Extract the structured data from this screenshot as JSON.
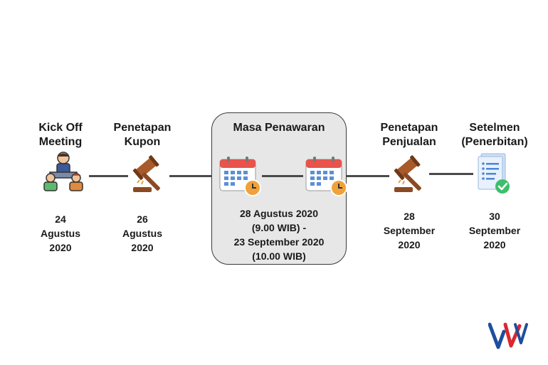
{
  "milestones": [
    {
      "title": "Kick Off\nMeeting",
      "date": "24\nAgustus\n2020",
      "icon": "meeting-icon"
    },
    {
      "title": "Penetapan\nKupon",
      "date": "26\nAgustus\n2020",
      "icon": "gavel-icon"
    },
    {
      "title": "Masa Penawaran",
      "date": "28 Agustus 2020\n(9.00 WIB) -\n23 September 2020\n(10.00 WIB)",
      "icon": "calendar-clock-icon"
    },
    {
      "title": "Penetapan\nPenjualan",
      "date": "28\nSeptember\n2020",
      "icon": "gavel-icon"
    },
    {
      "title": "Setelmen\n(Penerbitan)",
      "date": "30\nSeptember\n2020",
      "icon": "document-check-icon"
    }
  ],
  "colors": {
    "connector": "#4a4a4a",
    "box_fill": "#e7e7e7",
    "calendar_red": "#e8534b",
    "calendar_blue": "#5b8fd6",
    "gavel_brown": "#8b4a22",
    "check_green": "#3cbf6b",
    "logo_blue": "#1f4e9c",
    "logo_red": "#d9282f"
  }
}
